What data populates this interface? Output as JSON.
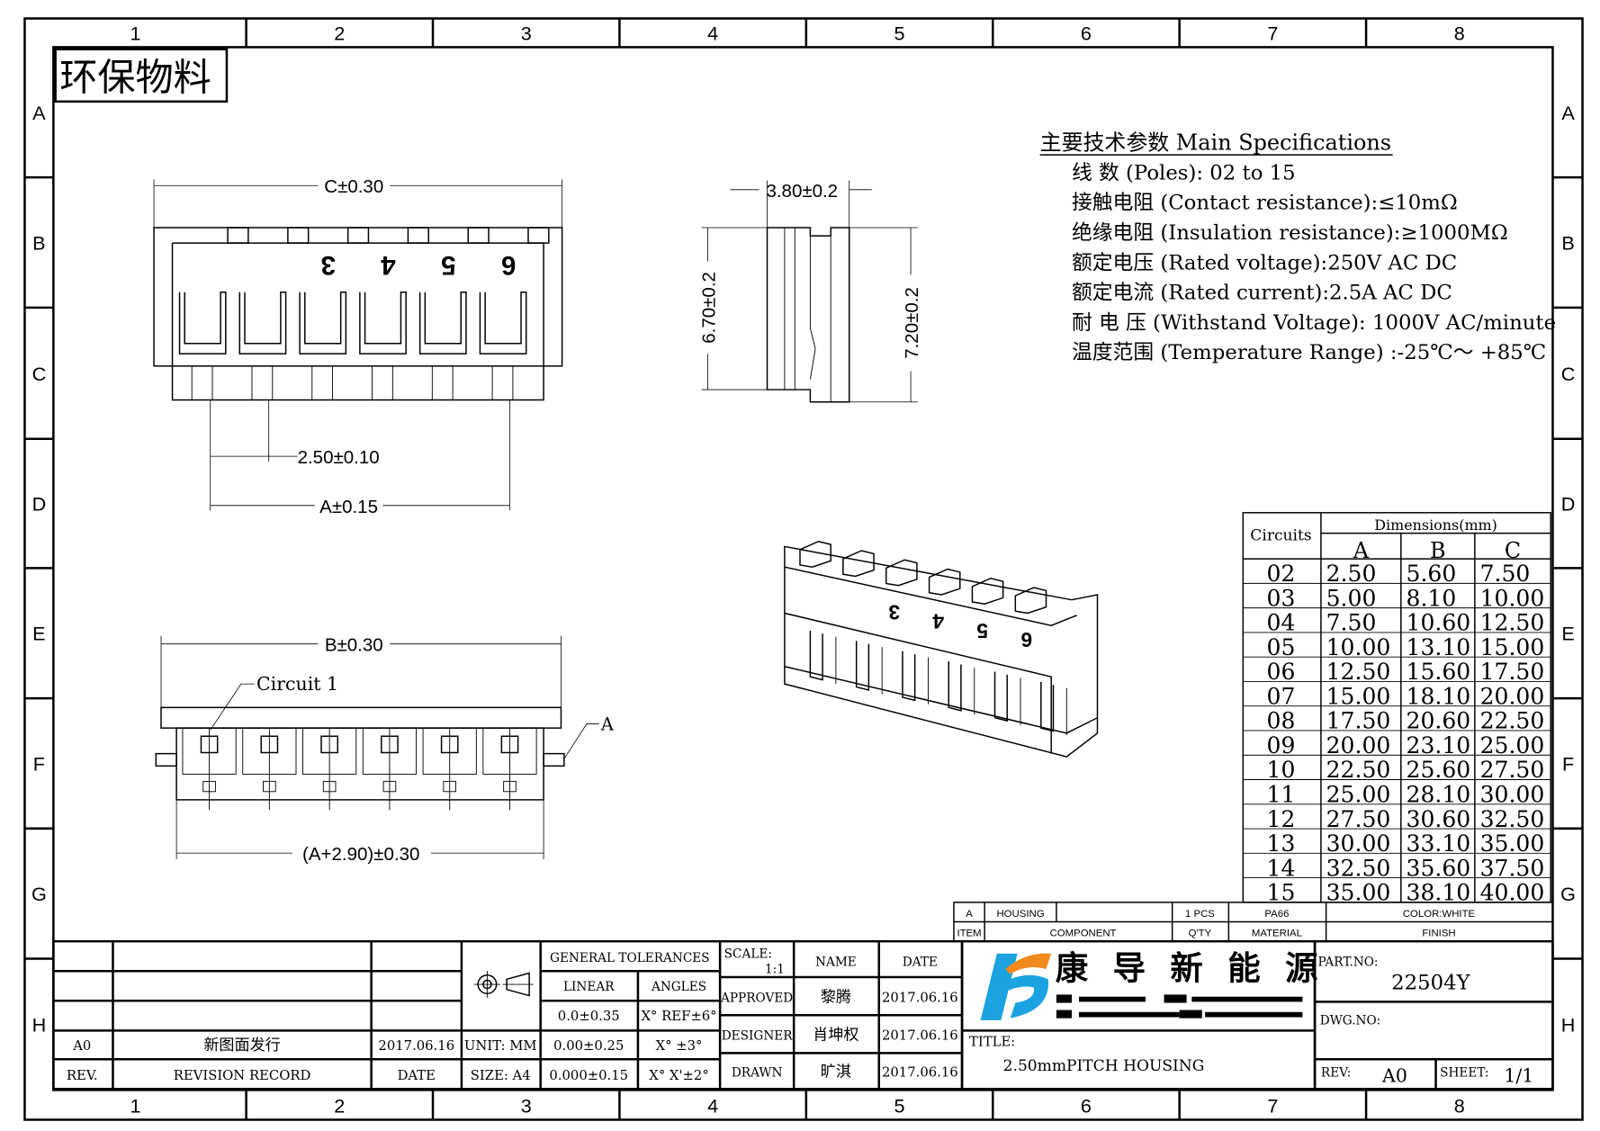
{
  "stamp": "环保物料",
  "frame": {
    "columns": [
      "1",
      "2",
      "3",
      "4",
      "5",
      "6",
      "7",
      "8"
    ],
    "rows": [
      "A",
      "B",
      "C",
      "D",
      "E",
      "F",
      "G",
      "H"
    ]
  },
  "specs": {
    "heading": "主要技术参数 Main Specifications",
    "lines": [
      "线    数 (Poles): 02 to 15",
      "接触电阻 (Contact resistance):≤10mΩ",
      "绝缘电阻 (Insulation resistance):≥1000MΩ",
      "额定电压 (Rated voltage):250V AC DC",
      "额定电流 (Rated current):2.5A AC DC",
      "耐 电 压 (Withstand Voltage): 1000V AC/minute",
      "温度范围 (Temperature Range) :-25℃～ +85℃"
    ]
  },
  "front_view": {
    "dim_c": "C±0.30",
    "dim_pitch": "2.50±0.10",
    "dim_a": "A±0.15",
    "numbers": [
      "3",
      "4",
      "5",
      "6"
    ]
  },
  "side_view": {
    "dim_width": "3.80±0.2",
    "dim_h1": "6.70±0.2",
    "dim_h2": "7.20±0.2"
  },
  "bottom_view": {
    "dim_b": "B±0.30",
    "circuit_label": "Circuit 1",
    "view_marker": "A",
    "dim_overall": "(A+2.90)±0.30"
  },
  "iso_view": {
    "numbers": [
      "3",
      "4",
      "5",
      "6"
    ]
  },
  "dimension_table": {
    "circuits_header": "Circuits",
    "group_header": "Dimensions(mm)",
    "columns": [
      "A",
      "B",
      "C"
    ],
    "rows": [
      [
        "02",
        "2.50",
        "5.60",
        "7.50"
      ],
      [
        "03",
        "5.00",
        "8.10",
        "10.00"
      ],
      [
        "04",
        "7.50",
        "10.60",
        "12.50"
      ],
      [
        "05",
        "10.00",
        "13.10",
        "15.00"
      ],
      [
        "06",
        "12.50",
        "15.60",
        "17.50"
      ],
      [
        "07",
        "15.00",
        "18.10",
        "20.00"
      ],
      [
        "08",
        "17.50",
        "20.60",
        "22.50"
      ],
      [
        "09",
        "20.00",
        "23.10",
        "25.00"
      ],
      [
        "10",
        "22.50",
        "25.60",
        "27.50"
      ],
      [
        "11",
        "25.00",
        "28.10",
        "30.00"
      ],
      [
        "12",
        "27.50",
        "30.60",
        "32.50"
      ],
      [
        "13",
        "30.00",
        "33.10",
        "35.00"
      ],
      [
        "14",
        "32.50",
        "35.60",
        "37.50"
      ],
      [
        "15",
        "35.00",
        "38.10",
        "40.00"
      ]
    ]
  },
  "bom": {
    "item": "A",
    "component": "HOUSING",
    "qty": "1  PCS",
    "material": "PA66",
    "finish": "COLOR:WHITE",
    "h_item": "ITEM",
    "h_component": "COMPONENT",
    "h_qty": "Q'TY",
    "h_material": "MATERIAL",
    "h_finish": "FINISH"
  },
  "revision": {
    "rev": "A0",
    "record": "新图面发行",
    "date": "2017.06.16",
    "h_rev": "REV.",
    "h_record": "REVISION RECORD",
    "h_date": "DATE"
  },
  "tolerances": {
    "unit": "UNIT: MM",
    "size": "SIZE: A4",
    "heading": "GENERAL TOLERANCES",
    "linear": "LINEAR",
    "angles": "ANGLES",
    "linear_values": [
      "0.0±0.35",
      "0.00±0.25",
      "0.000±0.15"
    ],
    "angle_values": [
      "X° REF±6°",
      "X°  ±3°",
      "X° X'±2°"
    ]
  },
  "signoff": {
    "scale_label": "SCALE:",
    "scale": "1:1",
    "name_header": "NAME",
    "date_header": "DATE",
    "rows": [
      {
        "role": "APPROVED",
        "name": "黎腾",
        "date": "2017.06.16"
      },
      {
        "role": "DESIGNER",
        "name": "肖坤权",
        "date": "2017.06.16"
      },
      {
        "role": "DRAWN",
        "name": "旷淇",
        "date": "2017.06.16"
      }
    ]
  },
  "company": {
    "name": [
      "康",
      "导",
      "新",
      "能",
      "源"
    ]
  },
  "title": {
    "label": "TITLE:",
    "value": "2.50mmPITCH HOUSING"
  },
  "part": {
    "part_label": "PART.NO:",
    "part_no": "22504Y",
    "dwg_label": "DWG.NO:",
    "rev_label": "REV:",
    "rev": "A0",
    "sheet_label": "SHEET:",
    "sheet": "1/1"
  },
  "colors": {
    "logo_blue": "#1aa3e0",
    "logo_orange": "#f08a1c"
  }
}
